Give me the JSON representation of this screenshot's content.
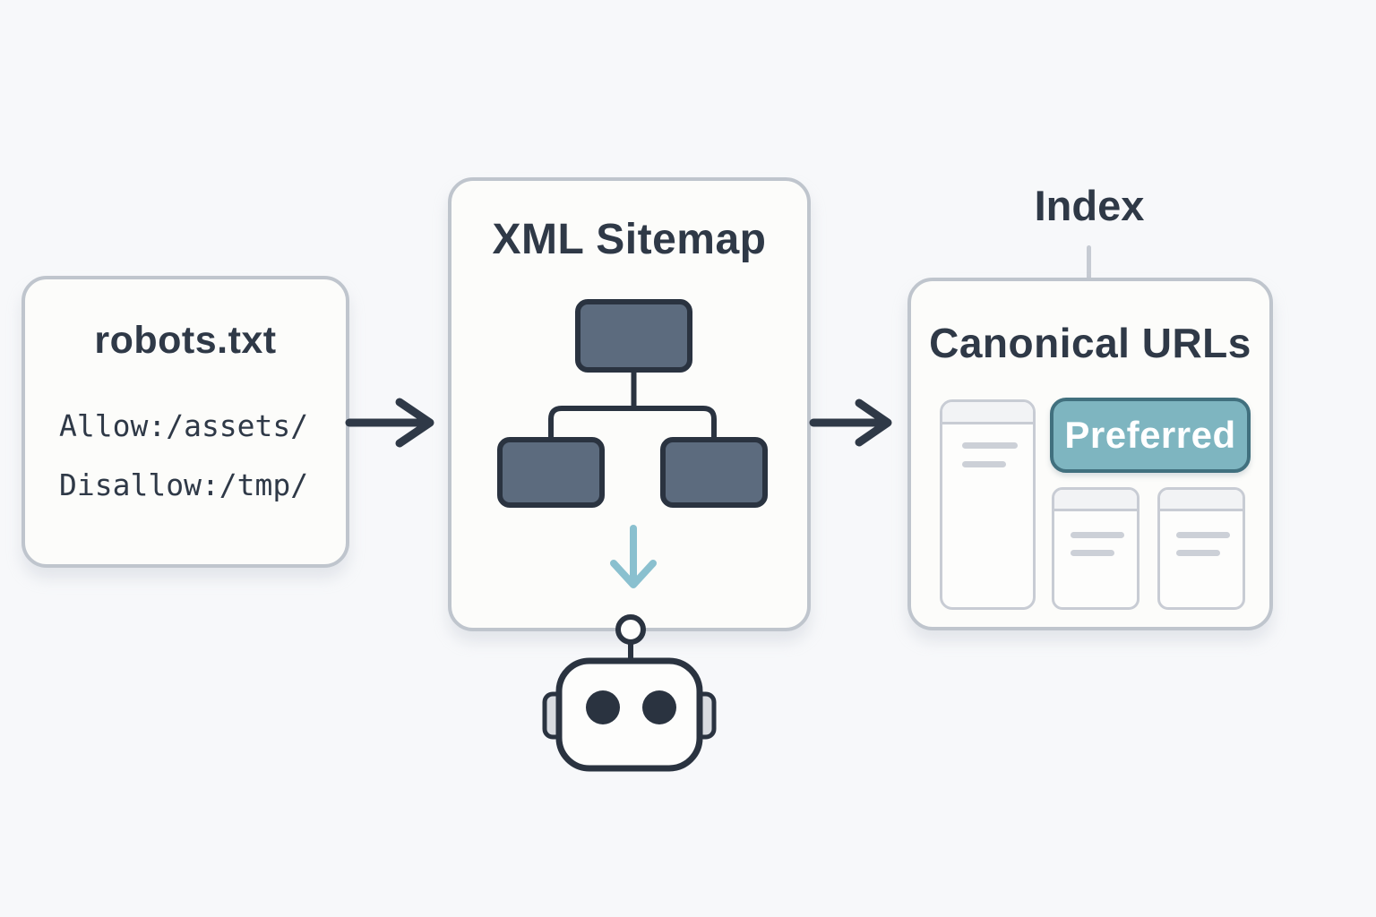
{
  "colors": {
    "background": "#f7f8fa",
    "card_fill": "#fcfcfa",
    "card_border": "#bfc5cd",
    "ink": "#2f3947",
    "node_fill": "#5c6b7e",
    "node_border": "#2a3340",
    "teal_fill": "#7eb5c0",
    "teal_border": "#41707e",
    "badge_text": "#ffffff",
    "arrow_blue": "#8ac0cf",
    "inner_border": "#c8ccd4",
    "inner_header": "#f2f3f5",
    "line_gray": "#ccd0d7",
    "ear_gray": "#d8dbe0",
    "connector_gray": "#c6cbd3"
  },
  "flow": {
    "robots_card": {
      "title": "robots.txt",
      "rules": [
        "Allow:/assets/",
        "Disallow:/tmp/"
      ]
    },
    "sitemap_card": {
      "title": "XML Sitemap"
    },
    "index_label": "Index",
    "canonical_card": {
      "title": "Canonical URLs",
      "preferred_badge": "Preferred"
    }
  },
  "icons": {
    "flow_arrow_right": "dark right arrow connecting stages",
    "sitemap_tree": "parent node linked to two child nodes",
    "feed_down_arrow": "light blue down arrow",
    "crawler_bot": "robot head with antenna and two eyes",
    "document_card": "page card with header strip and placeholder lines"
  }
}
